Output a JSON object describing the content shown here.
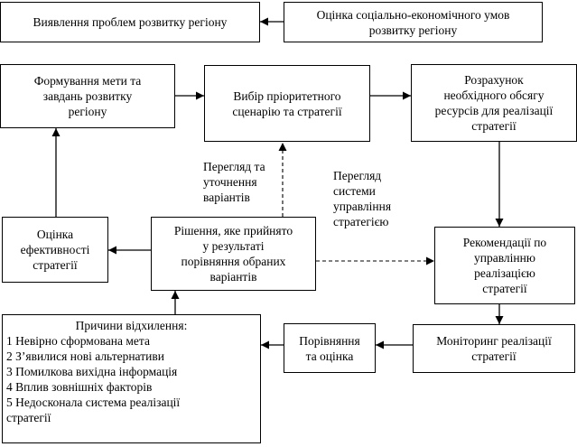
{
  "boxes": {
    "problems": "Виявлення проблем розвитку регіону",
    "assessment": "Оцінка соціально-економічного умов\nрозвитку регіону",
    "goals": "Формування мети та\nзавдань розвитку\nрегіону",
    "priority": "Вибір пріоритетного\nсценарію та стратегії",
    "resources": "Розрахунок\nнеобхідного обсягу\nресурсів для реалізації\nстратегії",
    "efficiency": "Оцінка\nефективності\nстратегії",
    "decision": "Рішення, яке прийнято\nу результаті\nпорівняння обраних\nваріантів",
    "recommendations": "Рекомендації по\nуправлінню\nреалізацією\nстратегії",
    "comparison": "Порівняння\nта оцінка",
    "monitoring": "Моніторинг реалізації\nстратегії"
  },
  "reasons": {
    "title": "Причини відхилення:",
    "items": [
      "1 Невірно сформована мета",
      "2 З’явилися нові альтернативи",
      "3 Помилкова вихідна інформація",
      "4 Вплив зовнішніх факторів",
      "5 Недосконала система реалізації\nстратегії"
    ]
  },
  "labels": {
    "review_options": "Перегляд та\nуточнення\nваріантів",
    "review_system": "Перегляд\nсистеми\nуправління\nстратегією"
  }
}
